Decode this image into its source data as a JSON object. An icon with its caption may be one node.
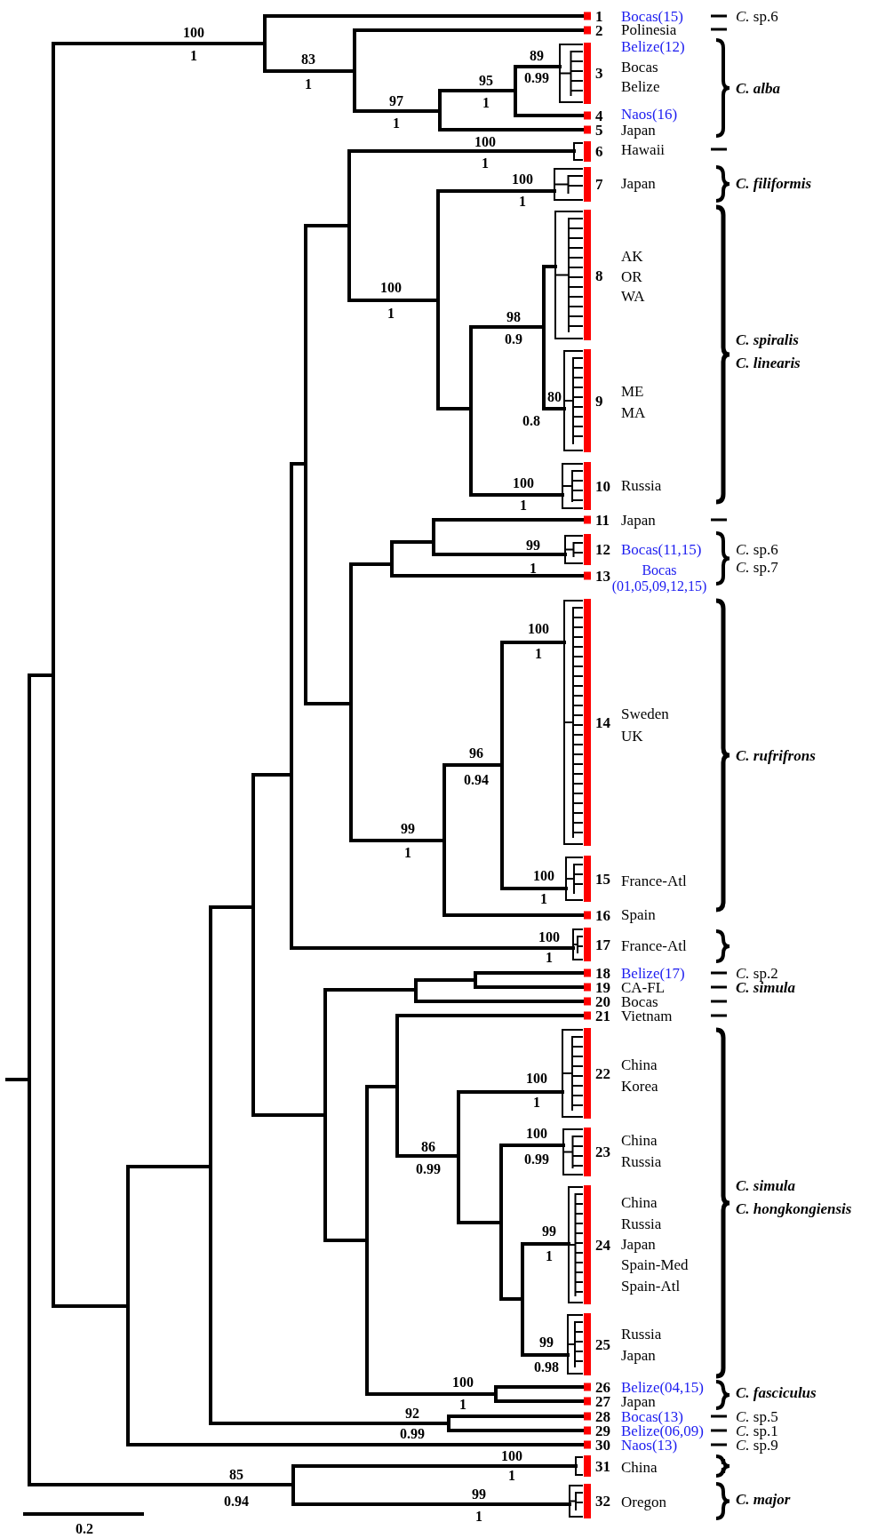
{
  "diagram": {
    "labels": [
      "100",
      "1",
      "83",
      "1",
      "89",
      "95",
      "0.99",
      "97",
      "1",
      "1",
      "100",
      "1",
      "100",
      "1",
      "100",
      "1",
      "98",
      "0.9",
      "80",
      "0.8",
      "100",
      "1",
      "99",
      "1",
      "100",
      "1",
      "96",
      "0.94",
      "99",
      "1",
      "100",
      "1",
      "100",
      "1",
      "100",
      "1",
      "100",
      "0.99",
      "86",
      "0.99",
      "99",
      "1",
      "99",
      "0.98",
      "100",
      "1",
      "92",
      "0.99",
      "100",
      "85",
      "1",
      "0.94",
      "99",
      "1",
      "1",
      "Bocas(15)",
      "*C.* sp.6",
      "2",
      "Polinesia",
      "3",
      "Belize(12)",
      "Bocas",
      "Belize",
      "C. alba",
      "4",
      "Naos(16)",
      "5",
      "Japan",
      "6",
      "Hawaii",
      "7",
      "Japan",
      "C. filiformis",
      "8",
      "AK",
      "OR",
      "WA",
      "C. spiralis",
      "C. linearis",
      "9",
      "ME",
      "MA",
      "10",
      "Russia",
      "11",
      "Japan",
      "12",
      "Bocas(11,15)",
      "*C.* sp.6",
      "13",
      "Bocas (01,05,09,12,15)",
      "*C.* sp.7",
      "14",
      "Sweden",
      "UK",
      "C. rufrifrons",
      "15",
      "France-Atl",
      "16",
      "Spain",
      "17",
      "France-Atl",
      "18",
      "Belize(17)",
      "*C.* sp.2",
      "19",
      "CA-FL",
      "C. simula",
      "20",
      "Bocas",
      "21",
      "Vietnam",
      "22",
      "China",
      "Korea",
      "23",
      "China",
      "Russia",
      "C. simula",
      "C. hongkongiensis",
      "24",
      "China",
      "Russia",
      "Japan",
      "Spain-Med",
      "Spain-Atl",
      "25",
      "Russia",
      "Japan",
      "26",
      "Belize(04,15)",
      "C. fasciculus",
      "27",
      "Japan",
      "28",
      "Bocas(13)",
      "*C.* sp.5",
      "29",
      "Belize(06,09)",
      "*C.* sp.1",
      "30",
      "Naos(13)",
      "*C.* sp.9",
      "31",
      "China",
      "32",
      "Oregon",
      "C. major",
      "0.2"
    ]
  }
}
